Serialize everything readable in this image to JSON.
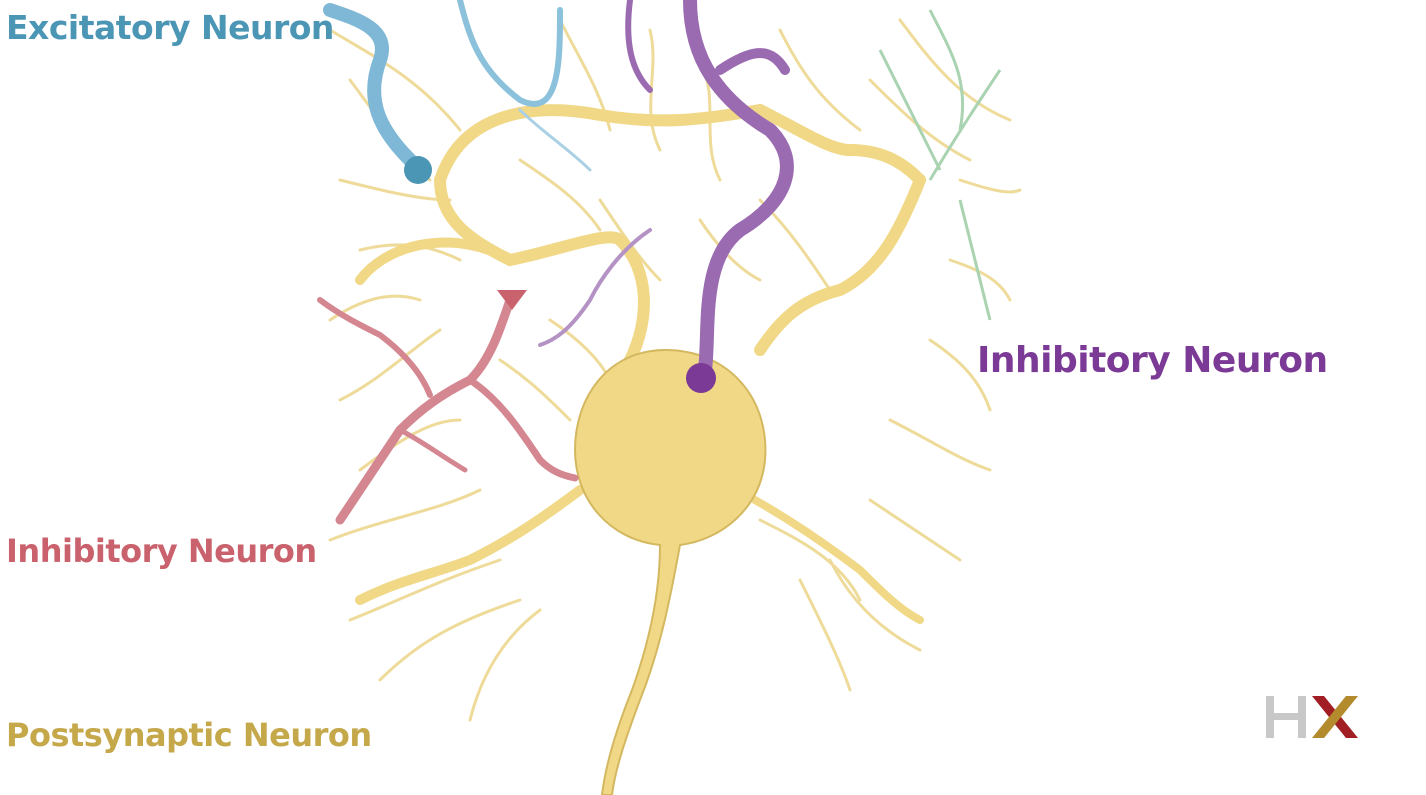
{
  "labels": {
    "excitatory": "Excitatory Neuron",
    "inhibitory_left": "Inhibitory Neuron",
    "inhibitory_right": "Inhibitory Neuron",
    "postsynaptic": "Postsynaptic Neuron"
  },
  "logo": {
    "text": "HX"
  },
  "colors": {
    "excitatory": "#4b95b5",
    "excitatory_fill": "#7fb8d6",
    "inhibitory_left": "#c9626d",
    "inhibitory_left_fill": "#d48790",
    "inhibitory_right": "#7b3a95",
    "inhibitory_right_fill": "#9a6bb0",
    "postsynaptic": "#c5a84a",
    "postsynaptic_fill": "#f0d887",
    "green_axon": "#8fc49b",
    "logo_h": "#c8c8c8",
    "logo_x_red": "#a01e24",
    "logo_x_gold": "#b38a2c"
  }
}
